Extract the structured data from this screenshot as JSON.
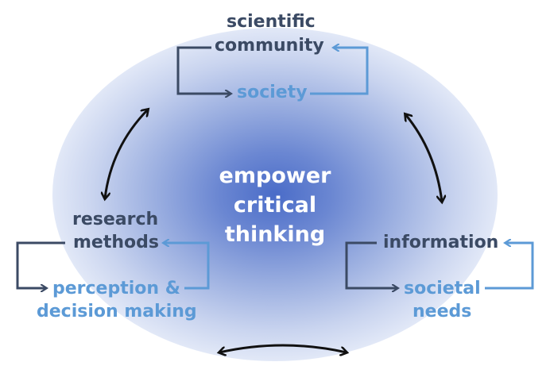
{
  "center": {
    "line1": "empower",
    "line2": "critical",
    "line3": "thinking"
  },
  "top_node": {
    "line1": "scientific",
    "line2": "community",
    "sub": "society"
  },
  "left_node": {
    "line1": "research",
    "line2": "methods",
    "sub_line1": "perception &",
    "sub_line2": "decision making"
  },
  "right_node": {
    "line1": "information",
    "sub_line1": "societal",
    "sub_line2": "needs"
  },
  "colors": {
    "dark_text": "#3b4a64",
    "blue_text": "#5c9ad6",
    "arrow_black": "#111111",
    "glow_center": "#4a6cc8"
  }
}
